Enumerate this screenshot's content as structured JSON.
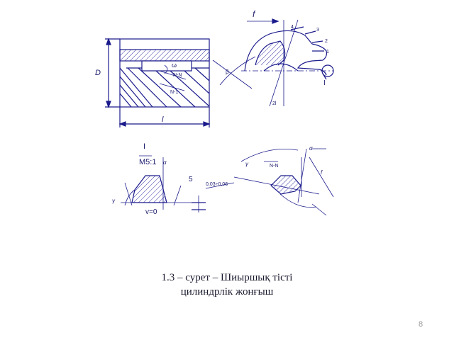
{
  "caption": {
    "line1": "1.3 – сурет – Шиыршық тісті",
    "line2": "цилиндрлік жонғыш"
  },
  "page_number": "8",
  "drawing_labels": {
    "f_top": "f",
    "D": "D",
    "omega": "ω",
    "NN_top": "N-N",
    "NN_bottom": "N-1",
    "l_bottom": "l",
    "n4": "4",
    "n3": "3",
    "n2": "2",
    "n1": "1",
    "view_I_right": "I",
    "beta_left": "β",
    "tau": "2l",
    "view_I": "I",
    "scale": "M5:1",
    "alpha1": "α",
    "n5": "5",
    "gamma1": "γ",
    "v0": "v=0",
    "tolerance": "0,03÷0,06",
    "NN_section": "N-N",
    "alpha2": "α",
    "gamma2": "γ",
    "f2": "f"
  },
  "colors": {
    "line": "#1a1a8c",
    "hatch": "#3a3aa8",
    "text": "#1a1a2e"
  }
}
